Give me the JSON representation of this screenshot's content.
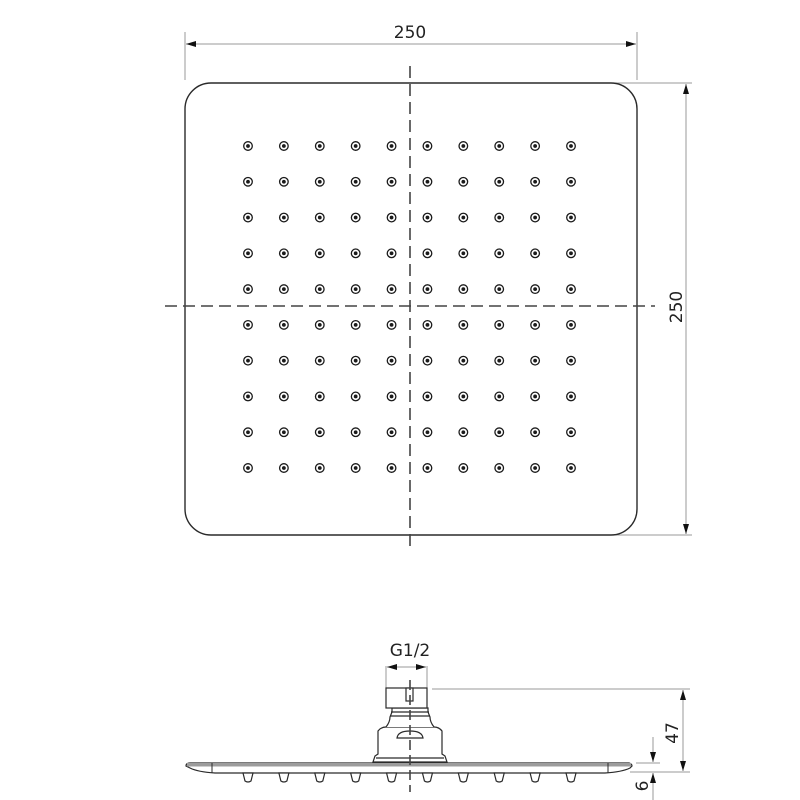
{
  "drawing": {
    "title": "Square rain shower head technical drawing",
    "top_view": {
      "width_label": "250",
      "height_label": "250",
      "nozzle_grid": {
        "rows": 10,
        "cols": 10
      }
    },
    "side_view": {
      "connection_label": "G1/2",
      "total_height_label": "47",
      "plate_thickness_label": "6",
      "nozzle_count_visible": 10
    },
    "colors": {
      "line": "#2a2a2a",
      "dimension": "#9a9a9a",
      "centerline": "#444444",
      "plate_fill": "#9c9c9c"
    }
  }
}
